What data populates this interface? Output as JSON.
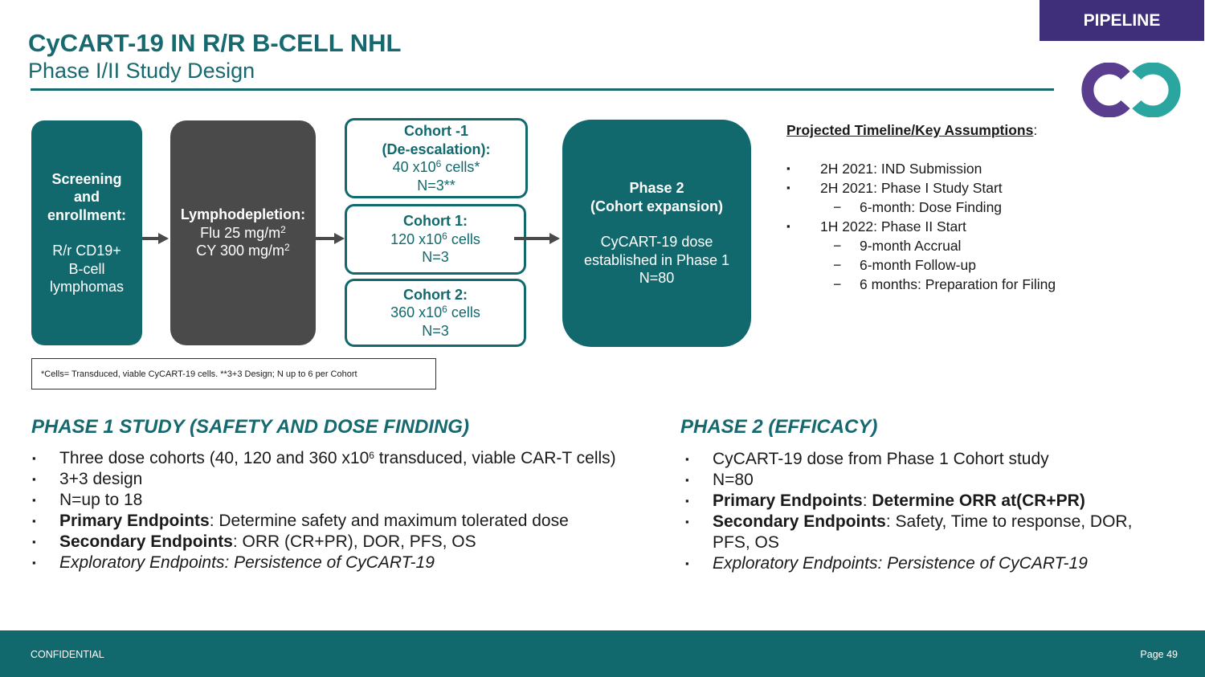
{
  "badge": "PIPELINE",
  "header": {
    "title": "CyCART-19 IN R/R B-CELL NHL",
    "subtitle": "Phase I/II Study Design"
  },
  "flow": {
    "screening": {
      "l1": "Screening",
      "l2": "and",
      "l3": "enrollment:",
      "l4": "R/r CD19+",
      "l5": "B-cell",
      "l6": "lymphomas"
    },
    "lympho": {
      "title": "Lymphodepletion:",
      "l2a": "Flu 25 mg/m",
      "l2sup": "2",
      "l3a": "CY 300 mg/m",
      "l3sup": "2"
    },
    "cohort_m1": {
      "l1": "Cohort -1",
      "l2": "(De-escalation):",
      "l3a": "40 x10",
      "l3sup": "6",
      "l3b": " cells*",
      "l4": "N=3**"
    },
    "cohort_1": {
      "l1": "Cohort 1:",
      "l2a": "120 x10",
      "l2sup": "6",
      "l2b": " cells",
      "l3": "N=3"
    },
    "cohort_2": {
      "l1": "Cohort 2:",
      "l2a": "360 x10",
      "l2sup": "6",
      "l2b": " cells",
      "l3": "N=3"
    },
    "phase2": {
      "l1": "Phase 2",
      "l2": "(Cohort expansion)",
      "l3": "CyCART-19 dose",
      "l4": "established in Phase 1",
      "l5": "N=80"
    }
  },
  "footnote": "*Cells= Transduced, viable CyCART-19 cells.   **3+3 Design; N up to 6 per Cohort",
  "timeline": {
    "heading": "Projected Timeline/Key Assumptions",
    "colon": ":",
    "bullet": "▪",
    "dash": "−",
    "i1": "2H 2021:  IND Submission",
    "i2": "2H 2021:  Phase I Study Start",
    "i2s1": "6-month: Dose Finding",
    "i3": "1H 2022:  Phase II Start",
    "i3s1": "9-month Accrual",
    "i3s2": "6-month Follow-up",
    "i3s3": "6 months: Preparation for Filing"
  },
  "phase1": {
    "heading": "PHASE 1 STUDY (SAFETY AND DOSE FINDING)",
    "b1a": "Three dose cohorts (40, 120 and 360 x10",
    "b1sup": "6",
    "b1b": " transduced, viable CAR-T cells)",
    "b2": "3+3 design",
    "b3": "N=up to 18",
    "b4bold": "Primary Endpoints",
    "b4rest": ": Determine safety and maximum tolerated dose",
    "b5bold": "Secondary Endpoints",
    "b5rest": ": ORR (CR+PR), DOR, PFS, OS",
    "b6": "Exploratory Endpoints: Persistence of CyCART-19"
  },
  "phase2sec": {
    "heading": "PHASE 2 (EFFICACY)",
    "b1": "CyCART-19 dose from Phase 1 Cohort study",
    "b2": "N=80",
    "b3bold": "Primary Endpoints",
    "b3mid": ": ",
    "b3bold2": "Determine ORR at(CR+PR)",
    "b4bold": "Secondary Endpoints",
    "b4rest": ": Safety, Time to response, DOR, PFS, OS",
    "b5": "Exploratory Endpoints: Persistence of CyCART-19"
  },
  "footer": {
    "confidential": "CONFIDENTIAL",
    "page": "Page 49"
  },
  "colors": {
    "teal": "#11696d",
    "purple": "#3f2f7a",
    "logo_purple": "#5b3d8f",
    "logo_teal": "#2aa5a0",
    "gray": "#4a4a4a"
  }
}
